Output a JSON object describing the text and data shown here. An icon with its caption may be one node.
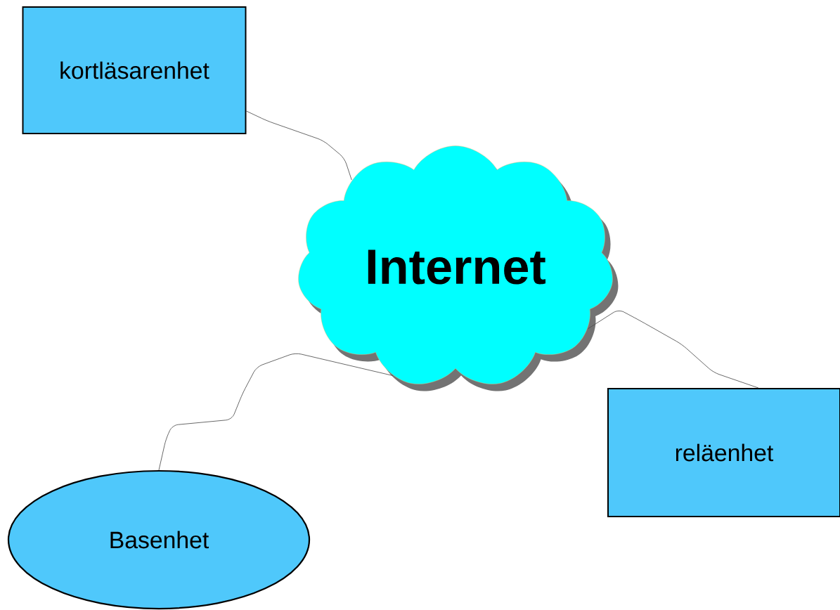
{
  "diagram": {
    "nodes": [
      {
        "text": [
          "kortläsarenhet"
        ]
      },
      {
        "text": [
          "Internet"
        ]
      },
      {
        "text": [
          "reläenhet"
        ]
      },
      {
        "text": [
          "Basenhet"
        ]
      }
    ],
    "edges": [
      {
        "from": 1,
        "to": 0,
        "arrow": "none"
      },
      {
        "from": 1,
        "to": 2,
        "arrow": "none"
      },
      {
        "from": 1,
        "to": 3,
        "arrow": "none"
      }
    ]
  }
}
